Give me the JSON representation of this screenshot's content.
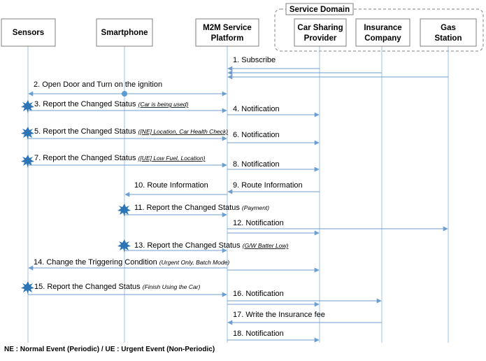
{
  "service_domain_label": "Service Domain",
  "actors": [
    {
      "id": "sensors",
      "lines": [
        "Sensors"
      ]
    },
    {
      "id": "smartphone",
      "lines": [
        "Smartphone"
      ]
    },
    {
      "id": "m2m",
      "lines": [
        "M2M Service",
        "Platform"
      ]
    },
    {
      "id": "carsharing",
      "lines": [
        "Car Sharing",
        "Provider"
      ]
    },
    {
      "id": "insurance",
      "lines": [
        "Insurance",
        "Company"
      ]
    },
    {
      "id": "gas",
      "lines": [
        "Gas",
        "Station"
      ]
    }
  ],
  "messages": [
    {
      "label": "1. Subscribe",
      "note": ""
    },
    {
      "label": "2. Open Door and Turn on the ignition",
      "note": ""
    },
    {
      "label": "3. Report the Changed Status",
      "note": "(Car is being used)"
    },
    {
      "label": "4. Notification",
      "note": ""
    },
    {
      "label": "5. Report the Changed Status",
      "note": "([NE] Location, Car Health Check)"
    },
    {
      "label": "6. Notification",
      "note": ""
    },
    {
      "label": "7. Report the Changed Status",
      "note": "([UE] Low Fuel, Location)"
    },
    {
      "label": "8. Notification",
      "note": ""
    },
    {
      "label": "9. Route Information",
      "note": ""
    },
    {
      "label": "10. Route Information",
      "note": ""
    },
    {
      "label": "11. Report the Changed Status",
      "note": "(Payment)"
    },
    {
      "label": "12. Notification",
      "note": ""
    },
    {
      "label": "13. Report the Changed Status",
      "note": "(G/W Batter Low)"
    },
    {
      "label": "14. Change the Triggering Condition",
      "note": "(Urgent Only, Batch Mode)"
    },
    {
      "label": "15. Report the Changed Status",
      "note": "(Finish Using the Car)"
    },
    {
      "label": "16. Notification",
      "note": ""
    },
    {
      "label": "17. Write the Insurance fee",
      "note": ""
    },
    {
      "label": "18. Notification",
      "note": ""
    }
  ],
  "legend": "NE : Normal Event (Periodic) / UE : Urgent Event (Non-Periodic)"
}
